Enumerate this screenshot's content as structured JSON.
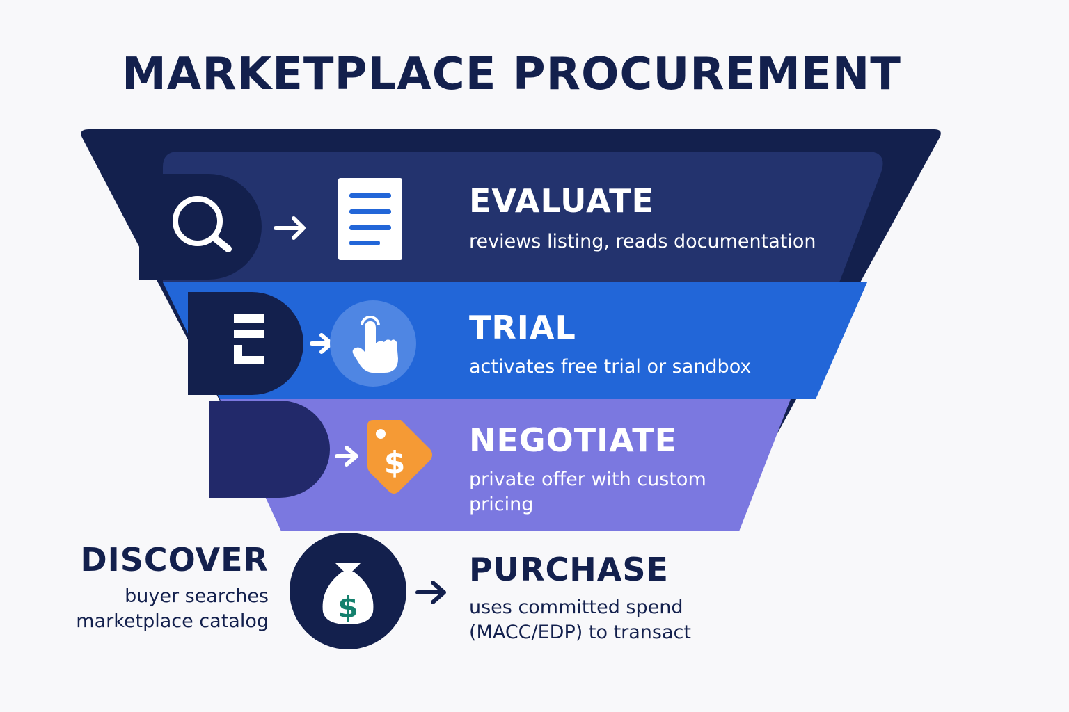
{
  "title": "MARKETPLACE PROCUREMENT",
  "stages": {
    "evaluate": {
      "heading": "EVALUATE",
      "description": "reviews listing, reads documentation",
      "icons": [
        "search-icon",
        "document-icon"
      ]
    },
    "trial": {
      "heading": "TRIAL",
      "description": "activates free trial or sandbox",
      "icons": [
        "menu-list-icon",
        "pointer-hand-icon"
      ]
    },
    "negotiate": {
      "heading": "NEGOTIATE",
      "description": "private offer with custom pricing",
      "icons": [
        "price-tag-icon"
      ]
    },
    "discover": {
      "heading": "DISCOVER",
      "description": "buyer searches marketplace catalog",
      "icons": [
        "money-bag-icon"
      ]
    },
    "purchase": {
      "heading": "PURCHASE",
      "description": "uses committed spend (MACC/EDP) to transact"
    }
  },
  "tag_symbol": "$",
  "bag_symbol": "$",
  "colors": {
    "title": "#13204d",
    "funnel_outer": "#13204d",
    "evaluate_band": "#23336e",
    "trial_band": "#2266d8",
    "negotiate_band": "#7b78e0",
    "tag": "#f59a35",
    "money_green": "#14806d"
  }
}
